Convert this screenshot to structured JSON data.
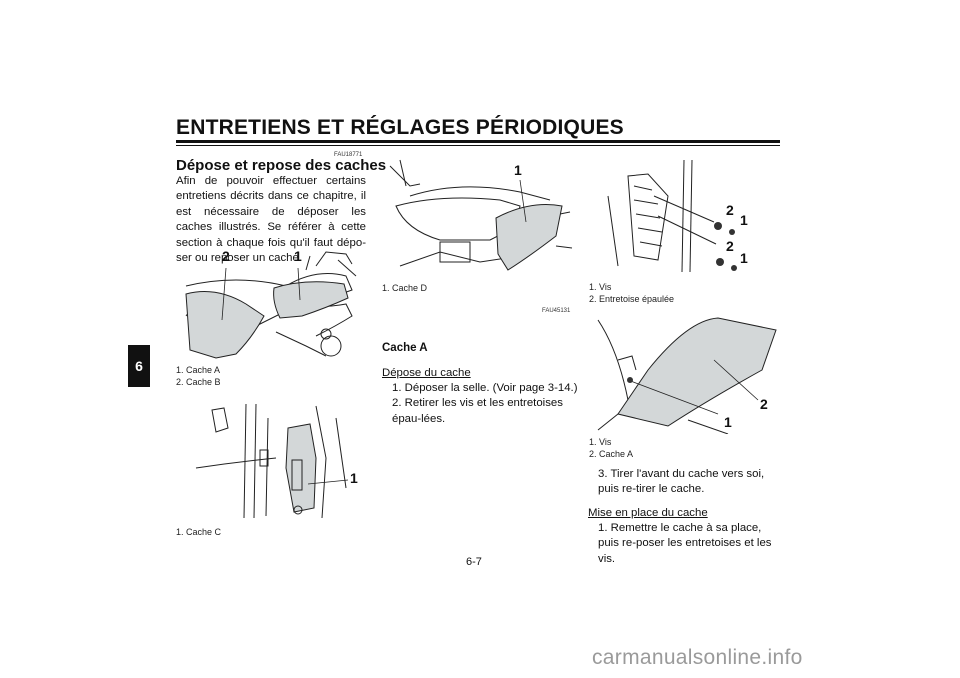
{
  "header": {
    "title": "ENTRETIENS ET RÉGLAGES PÉRIODIQUES",
    "chapter": "6"
  },
  "section": {
    "code": "FAU18771",
    "title": "Dépose et repose des caches",
    "intro": "Afin de pouvoir effectuer certains entretiens décrits dans ce chapitre, il est nécessaire de déposer les caches illustrés. Se référer à cette section à chaque fois qu'il faut dépo-ser ou reposer un cache."
  },
  "figures": {
    "fig1": {
      "callouts": [
        "2",
        "1"
      ],
      "captions": [
        "1. Cache A",
        "2. Cache B"
      ]
    },
    "fig2": {
      "callouts": [
        "1"
      ],
      "captions": [
        "1. Cache C"
      ]
    },
    "fig3": {
      "callouts": [
        "1"
      ],
      "captions": [
        "1. Cache D"
      ]
    },
    "fig4": {
      "callouts": [
        "2",
        "1",
        "2",
        "1"
      ],
      "captions": [
        "1. Vis",
        "2. Entretoise épaulée"
      ]
    },
    "fig5": {
      "callouts": [
        "2",
        "1"
      ],
      "captions": [
        "1. Vis",
        "2. Cache A"
      ]
    }
  },
  "cacheA": {
    "code": "FAU45131",
    "title": "Cache A",
    "removal_title": "Dépose du cache",
    "removal_steps": [
      "1. Déposer la selle. (Voir page 3-14.)",
      "2. Retirer les vis et les entretoises épau-lées."
    ],
    "step3": "3. Tirer l'avant du cache vers soi, puis re-tirer le cache.",
    "install_title": "Mise en place du cache",
    "install_steps": [
      "1. Remettre le cache à sa place, puis re-poser les entretoises et les vis."
    ]
  },
  "footer": {
    "page": "6-7",
    "watermark": "carmanualsonline.info"
  }
}
